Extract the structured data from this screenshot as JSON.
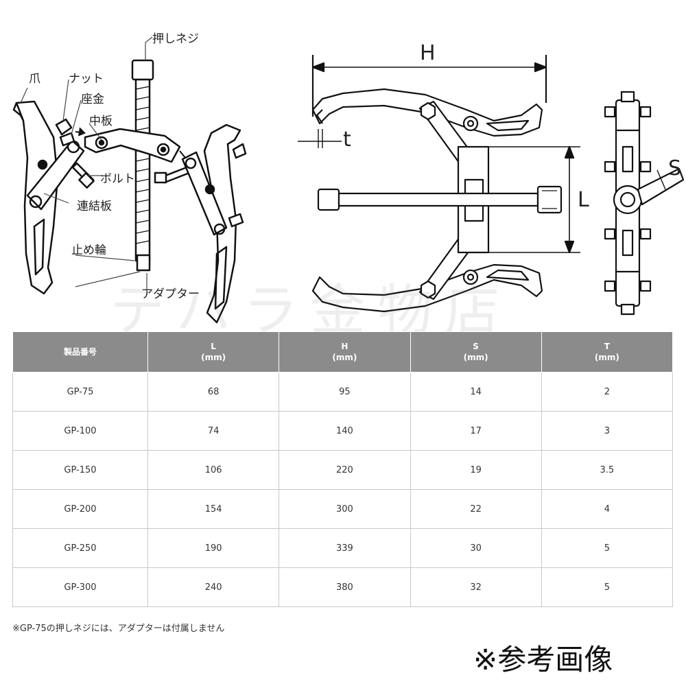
{
  "diagram": {
    "part_labels": {
      "push_screw": "押しネジ",
      "claw": "爪",
      "nut": "ナット",
      "washer": "座金",
      "center_plate": "中板",
      "bolt": "ボルト",
      "link_plate": "連結板",
      "retaining_ring": "止め輪",
      "adapter": "アダプター"
    },
    "dimension_labels": {
      "h": "H",
      "t": "t",
      "l": "L",
      "s": "S"
    },
    "watermark": "テハラ金物店"
  },
  "spec_table": {
    "headers": [
      {
        "name": "製品番号",
        "unit": ""
      },
      {
        "name": "L",
        "unit": "(mm)"
      },
      {
        "name": "H",
        "unit": "(mm)"
      },
      {
        "name": "S",
        "unit": "(mm)"
      },
      {
        "name": "T",
        "unit": "(mm)"
      }
    ],
    "rows": [
      [
        "GP-75",
        "68",
        "95",
        "14",
        "2"
      ],
      [
        "GP-100",
        "74",
        "140",
        "17",
        "3"
      ],
      [
        "GP-150",
        "106",
        "220",
        "19",
        "3.5"
      ],
      [
        "GP-200",
        "154",
        "300",
        "22",
        "4"
      ],
      [
        "GP-250",
        "190",
        "339",
        "30",
        "5"
      ],
      [
        "GP-300",
        "240",
        "380",
        "32",
        "5"
      ]
    ]
  },
  "footnote": "※GP-75の押しネジには、アダプターは付属しません",
  "reference_label": "※参考画像"
}
